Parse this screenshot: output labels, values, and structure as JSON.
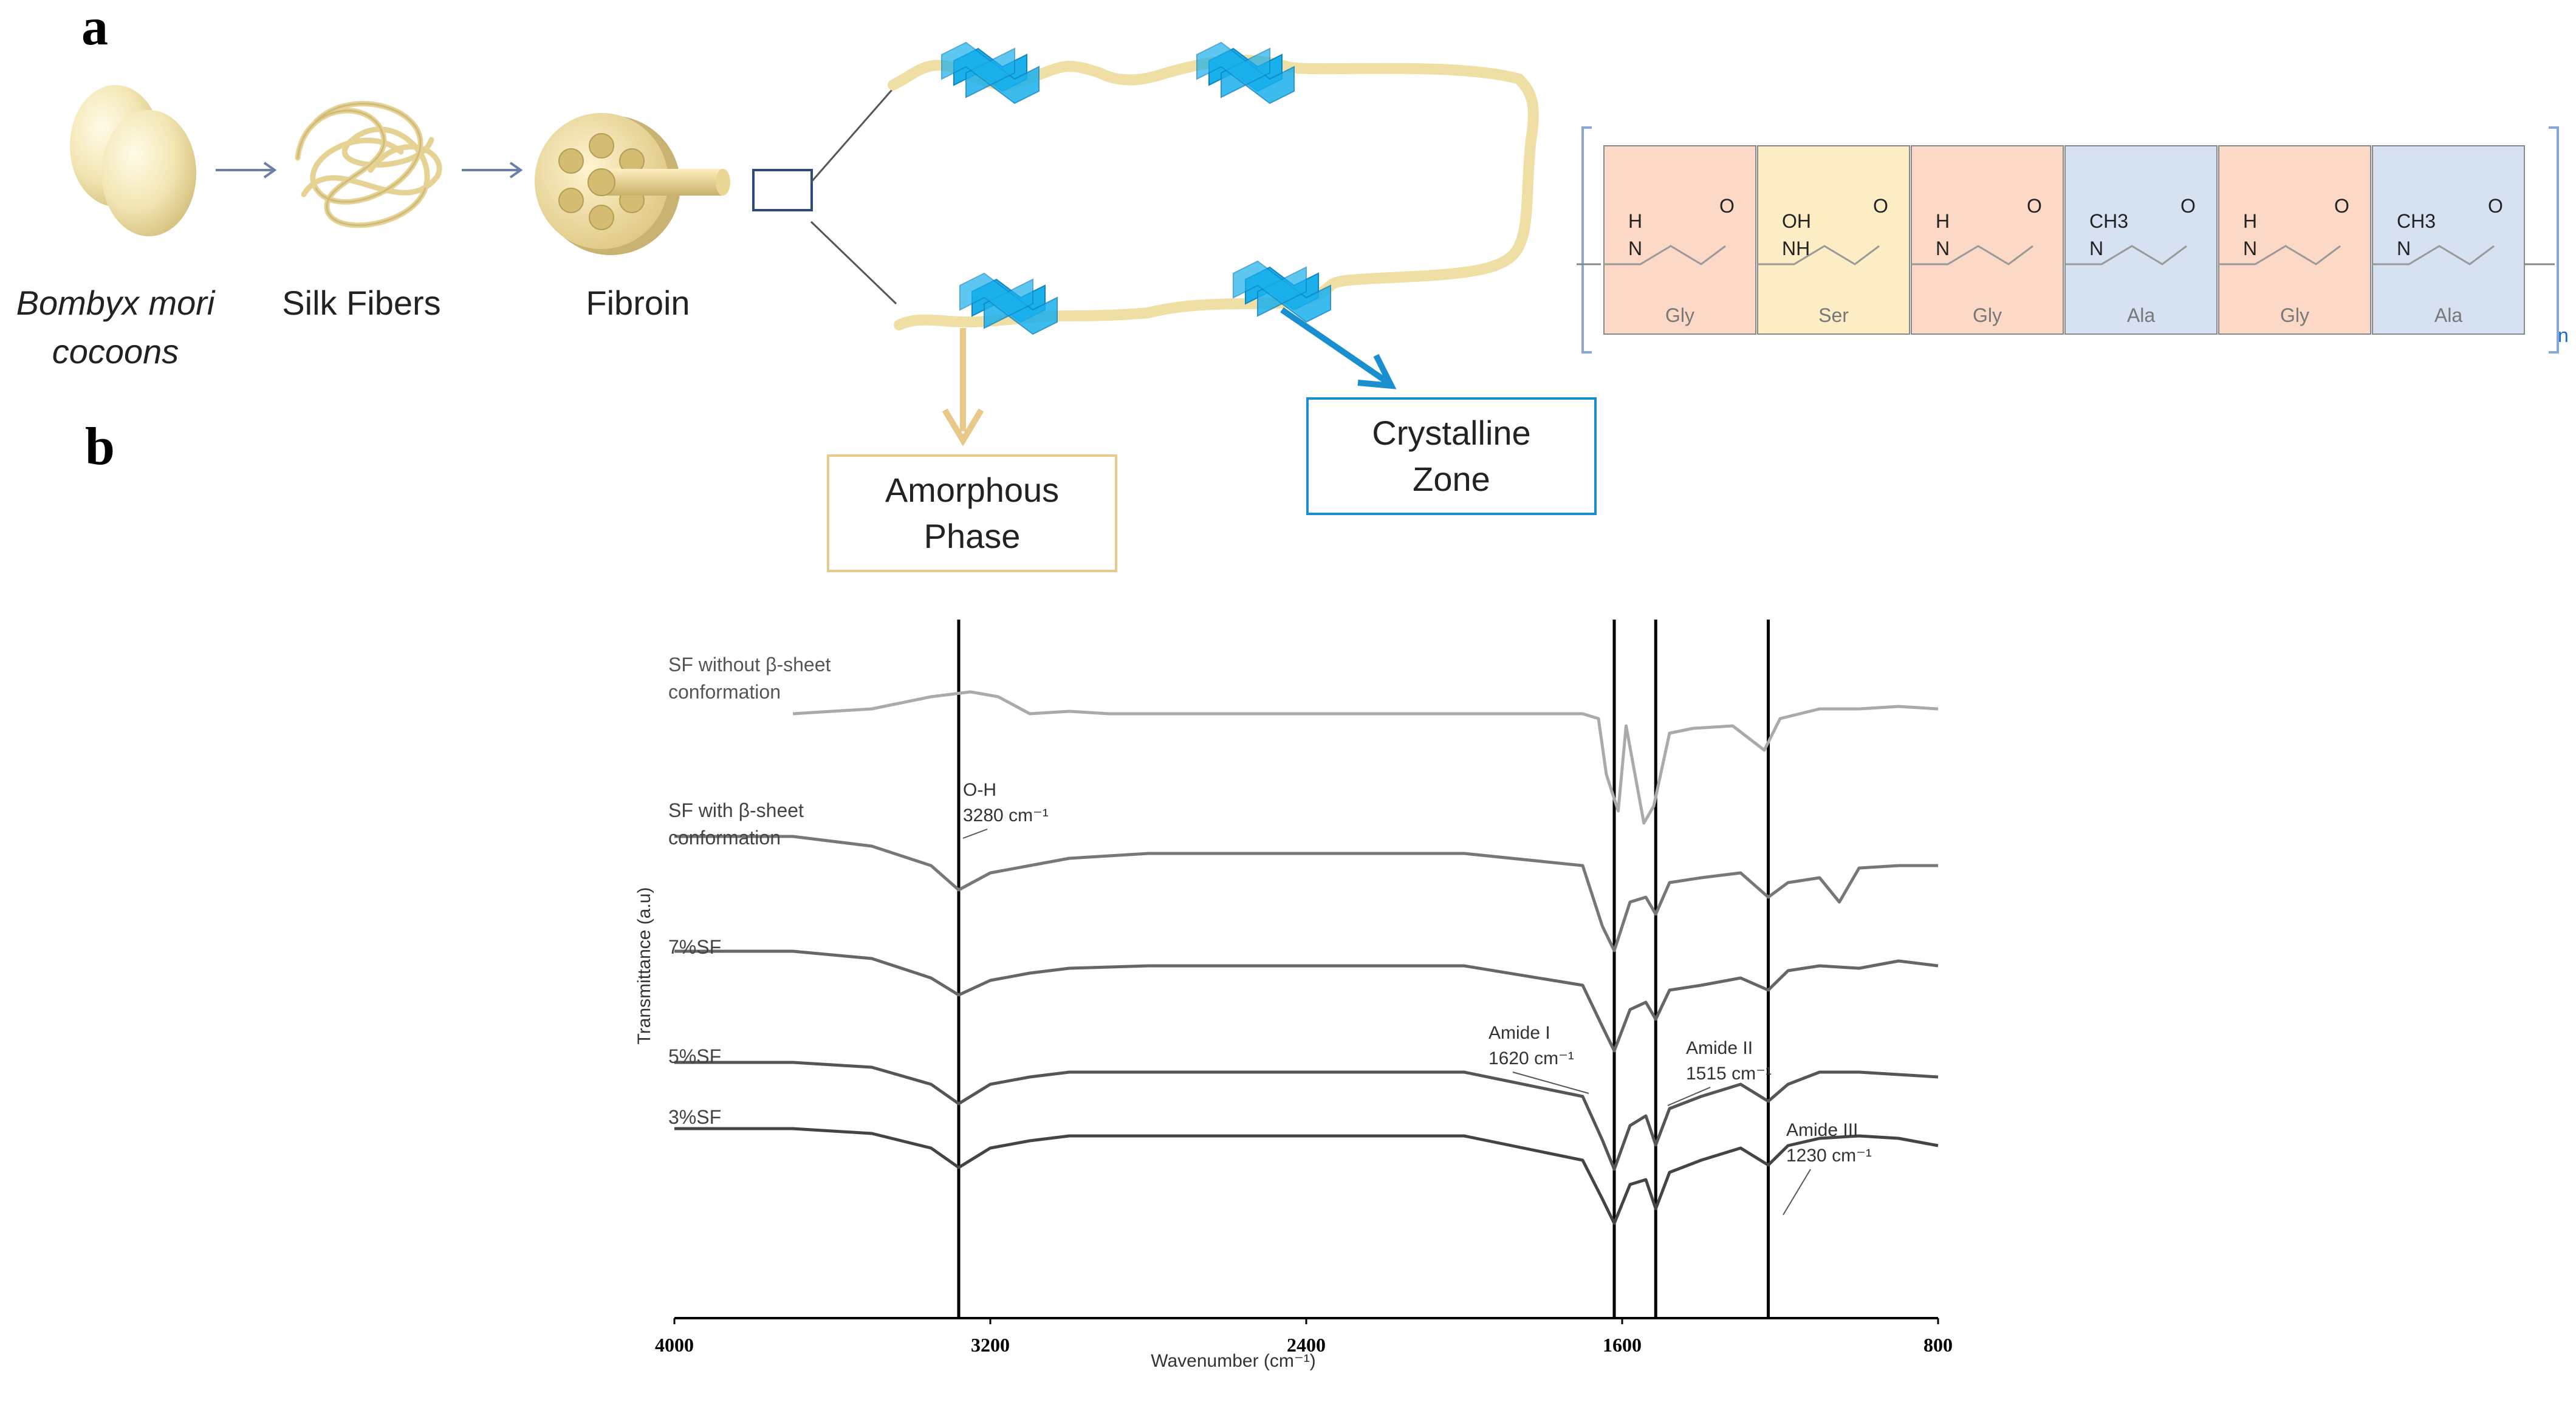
{
  "panel_a": {
    "label": "a",
    "captions": {
      "cocoons_line1": "Bombyx mori",
      "cocoons_line2": "cocoons",
      "fibers": "Silk Fibers",
      "fibroin": "Fibroin"
    },
    "amorphous_box": {
      "line1": "Amorphous",
      "line2": "Phase"
    },
    "crystalline_box": {
      "line1": "Crystalline",
      "line2": "Zone"
    },
    "repeat_subscript": "n",
    "residues": [
      {
        "name": "Gly",
        "top": "H",
        "mid": "N",
        "group": "O",
        "color": "#fbd9c6"
      },
      {
        "name": "Ser",
        "top": "OH",
        "mid": "NH",
        "group": "O",
        "color": "#fdedc4"
      },
      {
        "name": "Gly",
        "top": "H",
        "mid": "N",
        "group": "O",
        "color": "#fbd9c6"
      },
      {
        "name": "Ala",
        "top": "CH3",
        "mid": "N",
        "group": "O",
        "color": "#d6e2f2"
      },
      {
        "name": "Gly",
        "top": "H",
        "mid": "N",
        "group": "O",
        "color": "#fbd9c6"
      },
      {
        "name": "Ala",
        "top": "CH3",
        "mid": "N",
        "group": "O",
        "color": "#d6e2f2"
      }
    ],
    "colors": {
      "silk": "#f3e3a6",
      "beta_sheet": "#1ab0ec",
      "amorphous_border": "#e8c98a",
      "crystalline_border": "#1a8fd0"
    }
  },
  "panel_b": {
    "label": "b"
  },
  "chart_data": {
    "type": "line",
    "xlabel": "Wavenumber (cm⁻¹)",
    "ylabel": "Transmittance (a.u)",
    "xlim": [
      4000,
      800
    ],
    "xticks": [
      4000,
      3200,
      2400,
      1600,
      800
    ],
    "grid": false,
    "series": [
      {
        "name": "SF without β-sheet conformation",
        "color": "#aaaaaa",
        "x": [
          3700,
          3500,
          3350,
          3250,
          3180,
          3100,
          3000,
          2900,
          2600,
          2000,
          1700,
          1660,
          1640,
          1610,
          1590,
          1545,
          1520,
          1480,
          1420,
          1320,
          1240,
          1200,
          1100,
          1000,
          900,
          800
        ],
        "y": [
          0.0,
          0.02,
          0.07,
          0.09,
          0.07,
          0.0,
          0.01,
          0.0,
          0.0,
          0.0,
          0.0,
          -0.02,
          -0.25,
          -0.4,
          -0.05,
          -0.45,
          -0.38,
          -0.08,
          -0.06,
          -0.05,
          -0.15,
          -0.02,
          0.02,
          0.02,
          0.03,
          0.02
        ]
      },
      {
        "name": "SF with β-sheet conformation",
        "color": "#777777",
        "x": [
          4000,
          3700,
          3500,
          3350,
          3280,
          3200,
          3100,
          3000,
          2800,
          2500,
          2200,
          2000,
          1700,
          1650,
          1620,
          1580,
          1540,
          1515,
          1480,
          1400,
          1300,
          1230,
          1180,
          1100,
          1050,
          1000,
          900,
          800
        ],
        "y": [
          0.07,
          0.07,
          0.03,
          -0.05,
          -0.15,
          -0.08,
          -0.05,
          -0.02,
          0.0,
          0.0,
          0.0,
          0.0,
          -0.05,
          -0.3,
          -0.4,
          -0.2,
          -0.18,
          -0.25,
          -0.12,
          -0.1,
          -0.08,
          -0.18,
          -0.12,
          -0.1,
          -0.2,
          -0.06,
          -0.05,
          -0.05
        ]
      },
      {
        "name": "7%SF",
        "color": "#666666",
        "x": [
          4000,
          3700,
          3500,
          3350,
          3280,
          3200,
          3100,
          3000,
          2800,
          2500,
          2200,
          2000,
          1700,
          1650,
          1620,
          1580,
          1540,
          1515,
          1480,
          1400,
          1300,
          1230,
          1180,
          1100,
          1000,
          900,
          800
        ],
        "y": [
          0.06,
          0.06,
          0.03,
          -0.05,
          -0.12,
          -0.06,
          -0.03,
          -0.01,
          0.0,
          0.0,
          0.0,
          0.0,
          -0.08,
          -0.25,
          -0.35,
          -0.18,
          -0.15,
          -0.22,
          -0.1,
          -0.08,
          -0.05,
          -0.1,
          -0.02,
          0.0,
          -0.01,
          0.02,
          0.0
        ]
      },
      {
        "name": "5%SF",
        "color": "#555555",
        "x": [
          4000,
          3700,
          3500,
          3350,
          3280,
          3200,
          3100,
          3000,
          2800,
          2500,
          2200,
          2000,
          1700,
          1650,
          1620,
          1580,
          1540,
          1515,
          1480,
          1400,
          1300,
          1230,
          1180,
          1100,
          1000,
          900,
          800
        ],
        "y": [
          0.04,
          0.04,
          0.02,
          -0.05,
          -0.13,
          -0.05,
          -0.02,
          0.0,
          0.0,
          0.0,
          0.0,
          0.0,
          -0.1,
          -0.28,
          -0.4,
          -0.22,
          -0.18,
          -0.3,
          -0.15,
          -0.1,
          -0.05,
          -0.12,
          -0.05,
          0.0,
          0.0,
          -0.01,
          -0.02
        ]
      },
      {
        "name": "3%SF",
        "color": "#444444",
        "x": [
          4000,
          3700,
          3500,
          3350,
          3280,
          3200,
          3100,
          3000,
          2800,
          2500,
          2200,
          2000,
          1700,
          1650,
          1620,
          1580,
          1540,
          1515,
          1480,
          1400,
          1300,
          1230,
          1180,
          1100,
          1000,
          900,
          800
        ],
        "y": [
          0.03,
          0.03,
          0.01,
          -0.05,
          -0.13,
          -0.05,
          -0.02,
          0.0,
          0.0,
          0.0,
          0.0,
          0.0,
          -0.1,
          -0.26,
          -0.36,
          -0.2,
          -0.18,
          -0.3,
          -0.15,
          -0.1,
          -0.05,
          -0.12,
          -0.04,
          -0.01,
          0.0,
          -0.01,
          -0.04
        ]
      }
    ],
    "reference_lines": [
      3280,
      1620,
      1515,
      1230
    ],
    "annotations": [
      {
        "label": "O-H",
        "value": "3280",
        "unit": "cm⁻¹"
      },
      {
        "label": "Amide I",
        "value": "1620",
        "unit": "cm⁻¹"
      },
      {
        "label": "Amide II",
        "value": "1515",
        "unit": "cm⁻¹"
      },
      {
        "label": "Amide III",
        "value": "1230",
        "unit": "cm⁻¹"
      }
    ],
    "series_labels": {
      "s0_line1": "SF without β-sheet",
      "s0_line2": "conformation",
      "s1_line1": "SF with β-sheet",
      "s1_line2": "conformation",
      "s2": "7%SF",
      "s3": "5%SF",
      "s4": "3%SF"
    }
  }
}
